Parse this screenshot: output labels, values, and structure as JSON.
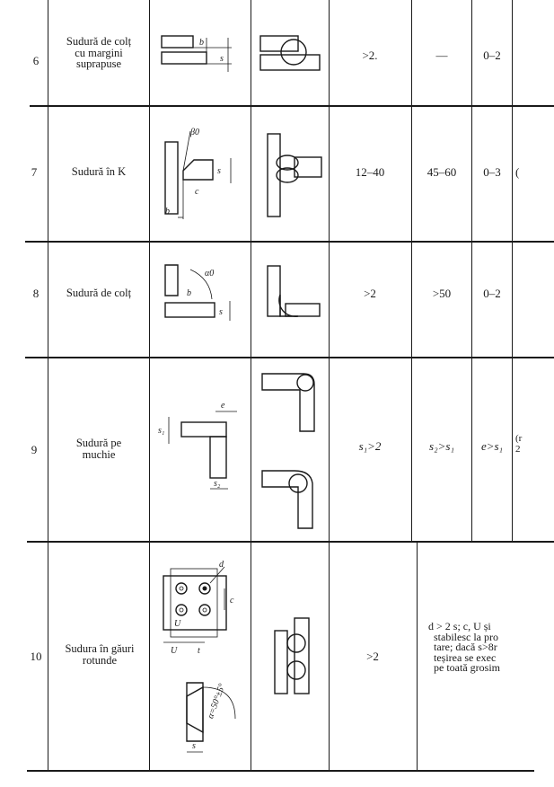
{
  "rows": [
    {
      "no": "6",
      "name": "Sudură de colț\ncu margini\nsuprapuse",
      "thickness": ">2.",
      "angle": "—",
      "gap": "0–2"
    },
    {
      "no": "7",
      "name": "Sudură în K",
      "thickness": "12–40",
      "angle": "45–60",
      "gap": "0–3"
    },
    {
      "no": "8",
      "name": "Sudură de colț",
      "thickness": ">2",
      "angle": ">50",
      "gap": "0–2"
    },
    {
      "no": "9",
      "name": "Sudură pe\nmuchie",
      "thickness": "s₁>2",
      "angle": "s₂>s₁",
      "gap": "e>s₁"
    },
    {
      "no": "10",
      "name": "Sudura în găuri\nrotunde",
      "thickness": ">2",
      "note": "d > 2 s; c, U și\n  stabilesc la pro\n  tare; dacă s>8r\n  teșirea se exec\n  pe toată grosim"
    }
  ],
  "edge_fragments": {
    "row7": "(",
    "row9": "(r\n2"
  },
  "labels": {
    "row6": {
      "b": "b",
      "s": "s"
    },
    "row7": {
      "beta": "β0",
      "c": "c",
      "s": "s",
      "b": "b"
    },
    "row8": {
      "alpha": "α0",
      "b": "b",
      "s": "s"
    },
    "row9": {
      "s1": "s₁",
      "e": "e",
      "s2": "s₂"
    },
    "row10": {
      "d": "d",
      "c": "c",
      "U_side": "U",
      "U": "U",
      "t": "t",
      "alpha": "α=50°±5°",
      "s": "s"
    }
  }
}
